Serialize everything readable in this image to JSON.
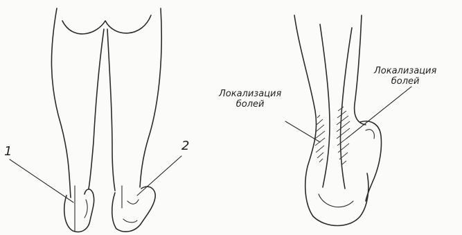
{
  "markers": {
    "one": "1",
    "two": "2"
  },
  "labels": {
    "left": {
      "line1": "Локализация",
      "line2": "болей"
    },
    "right": {
      "line1": "Локализация",
      "line2": "болей"
    }
  }
}
